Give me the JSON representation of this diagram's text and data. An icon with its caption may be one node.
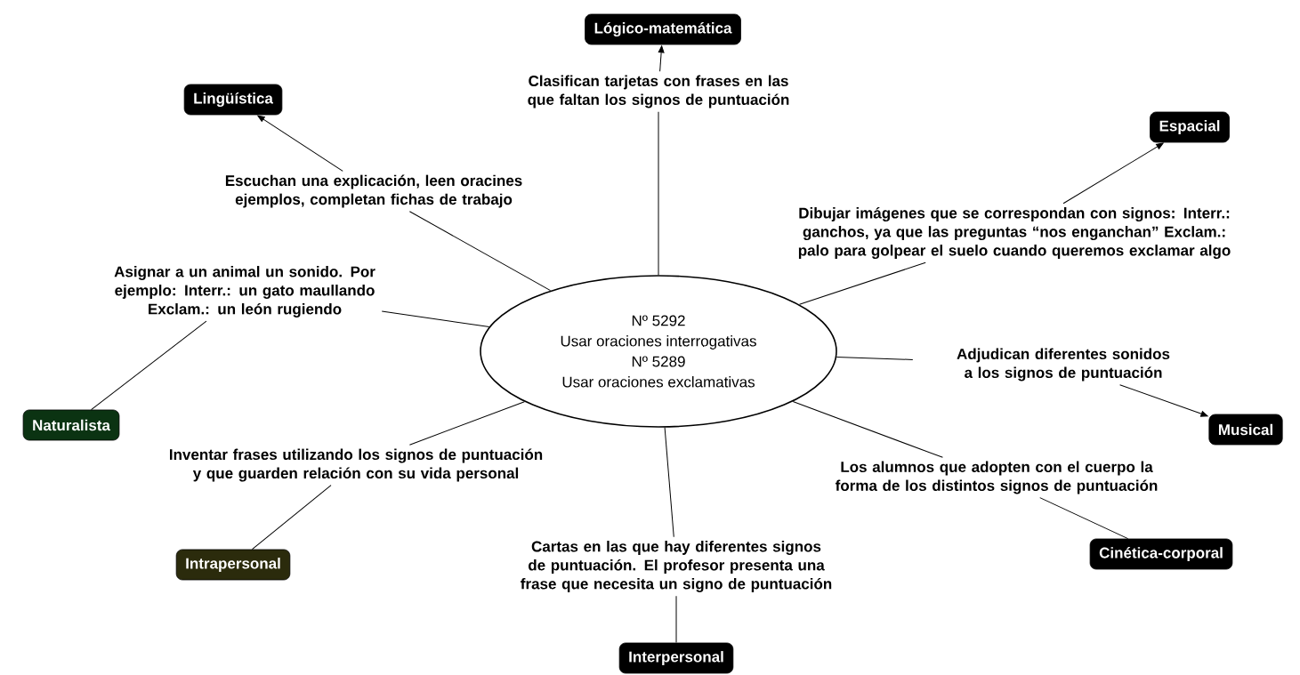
{
  "diagram": {
    "nodes": [
      {
        "text": [
          "Nº 5292",
          "Usar oraciones interrogativas",
          "Nº 5289",
          "Usar oraciones exclamativas"
        ]
      },
      {
        "text": [
          "Lógico-matemática"
        ]
      },
      {
        "text": [
          "Clasifican tarjetas con frases en las que faltan los signos de puntuación"
        ]
      },
      {
        "text": [
          "Lingüística"
        ]
      },
      {
        "text": [
          "Espacial"
        ]
      },
      {
        "text": [
          "Escuchan una explicación, leen oracines ejemplos, completan fichas de trabajo"
        ]
      },
      {
        "text": [
          "Dibujar imágenes que se correspondan con signos: Interr.: ganchos, ya que las preguntas “nos enganchan” Exclam.: palo para golpear el suelo cuando queremos exclamar algo"
        ]
      },
      {
        "text": [
          "Asignar a un animal un sonido. Por ejemplo: Interr.: un gato maullando Exclam.: un león rugiendo"
        ]
      },
      {
        "text": [
          "Adjudican diferentes sonidos a los signos de puntuación"
        ]
      },
      {
        "text": [
          "Naturalista"
        ]
      },
      {
        "text": [
          "Musical"
        ]
      },
      {
        "text": [
          "Inventar frases utilizando los signos de puntuación y que guarden relación con su vida personal"
        ]
      },
      {
        "text": [
          "Los alumnos que adopten con el cuerpo la forma de los distintos signos de puntuación"
        ]
      },
      {
        "text": [
          "Cartas en las que hay diferentes signos de puntuación. El profesor presenta una frase que necesita un signo de puntuación"
        ]
      },
      {
        "text": [
          "Intrapersonal"
        ]
      },
      {
        "text": [
          "Cinética-corporal"
        ]
      },
      {
        "text": [
          "Interpersonal"
        ]
      }
    ],
    "edges": [
      {
        "from": 0,
        "to": 2,
        "arrow": "none"
      },
      {
        "from": 2,
        "to": 1,
        "arrow": "to"
      },
      {
        "from": 0,
        "to": 5,
        "arrow": "none"
      },
      {
        "from": 5,
        "to": 3,
        "arrow": "to"
      },
      {
        "from": 0,
        "to": 6,
        "arrow": "none"
      },
      {
        "from": 6,
        "to": 4,
        "arrow": "to"
      },
      {
        "from": 0,
        "to": 7,
        "arrow": "none"
      },
      {
        "from": 7,
        "to": 9,
        "arrow": "none"
      },
      {
        "from": 0,
        "to": 8,
        "arrow": "none"
      },
      {
        "from": 8,
        "to": 10,
        "arrow": "to"
      },
      {
        "from": 0,
        "to": 11,
        "arrow": "none"
      },
      {
        "from": 11,
        "to": 14,
        "arrow": "none"
      },
      {
        "from": 0,
        "to": 12,
        "arrow": "none"
      },
      {
        "from": 12,
        "to": 15,
        "arrow": "none"
      },
      {
        "from": 0,
        "to": 13,
        "arrow": "none"
      },
      {
        "from": 13,
        "to": 16,
        "arrow": "none"
      }
    ]
  }
}
